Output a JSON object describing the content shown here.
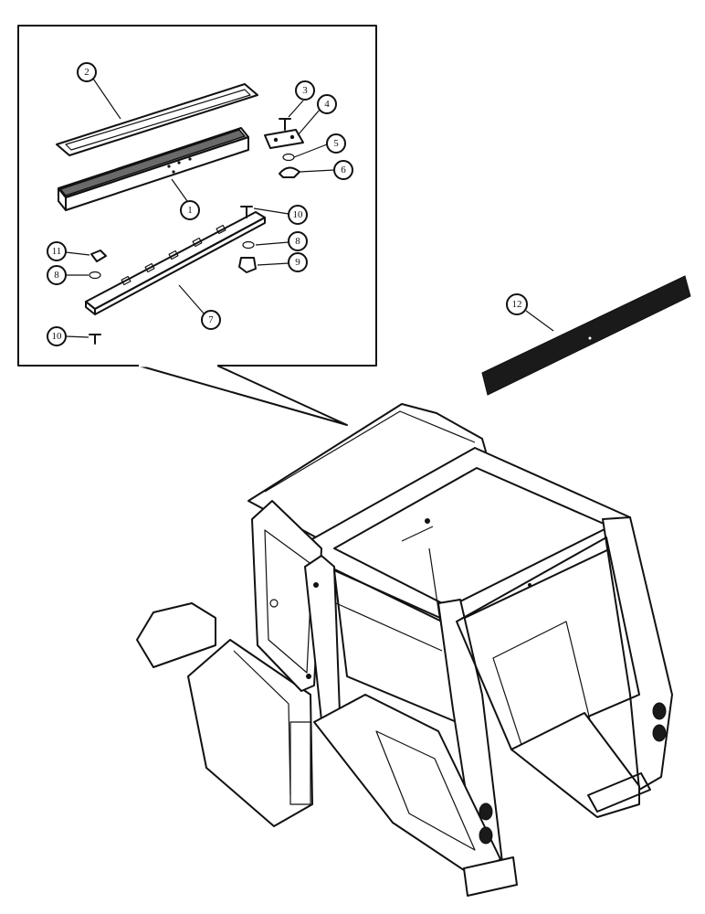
{
  "callouts": {
    "c1": "1",
    "c2": "2",
    "c3": "3",
    "c4": "4",
    "c5": "5",
    "c6": "6",
    "c7": "7",
    "c8a": "8",
    "c8b": "8",
    "c9": "9",
    "c10a": "10",
    "c10b": "10",
    "c11": "11",
    "c12": "12"
  },
  "colors": {
    "ink": "#111111",
    "paper": "#ffffff",
    "seal": "#1a1a1a"
  }
}
